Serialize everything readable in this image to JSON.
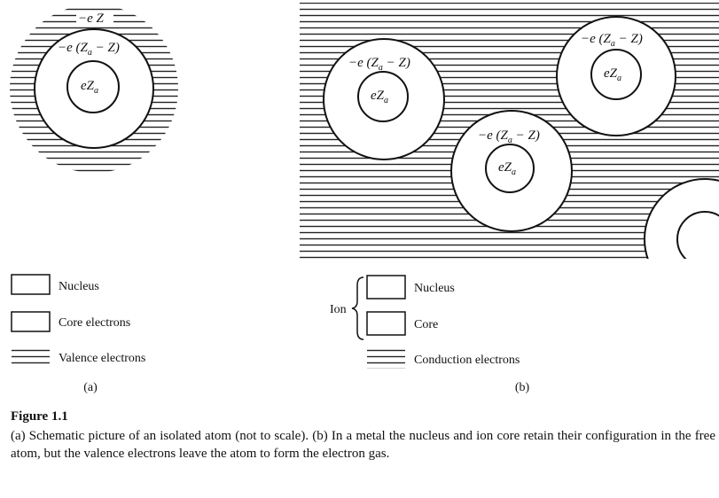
{
  "panel_a": {
    "outer_label": "−e Z",
    "core_label_prefix": "−e (Z",
    "core_label_sub": "a",
    "core_label_suffix": " − Z)",
    "nucleus_label_prefix": "eZ",
    "nucleus_label_sub": "a"
  },
  "panel_b": {
    "atoms": [
      {
        "core_label_prefix": "−e (Z",
        "core_label_sub": "a",
        "core_label_suffix": " − Z)",
        "nucleus_label_prefix": "eZ",
        "nucleus_label_sub": "a"
      },
      {
        "core_label_prefix": "−e (Z",
        "core_label_sub": "a",
        "core_label_suffix": " − Z)",
        "nucleus_label_prefix": "eZ",
        "nucleus_label_sub": "a"
      },
      {
        "core_label_prefix": "−e (Z",
        "core_label_sub": "a",
        "core_label_suffix": " − Z)",
        "nucleus_label_prefix": "eZ",
        "nucleus_label_sub": "a"
      }
    ]
  },
  "legend_a": {
    "nucleus": "Nucleus",
    "core": "Core electrons",
    "valence": "Valence electrons",
    "sublabel": "(a)"
  },
  "legend_b": {
    "ion": "Ion",
    "nucleus": "Nucleus",
    "core": "Core",
    "conduction": "Conduction electrons",
    "sublabel": "(b)"
  },
  "caption": {
    "title": "Figure 1.1",
    "text": "(a) Schematic picture of an isolated atom (not to scale). (b) In a metal the nucleus and ion core retain their configuration in the free atom, but the valence electrons leave the atom to form the electron gas."
  }
}
